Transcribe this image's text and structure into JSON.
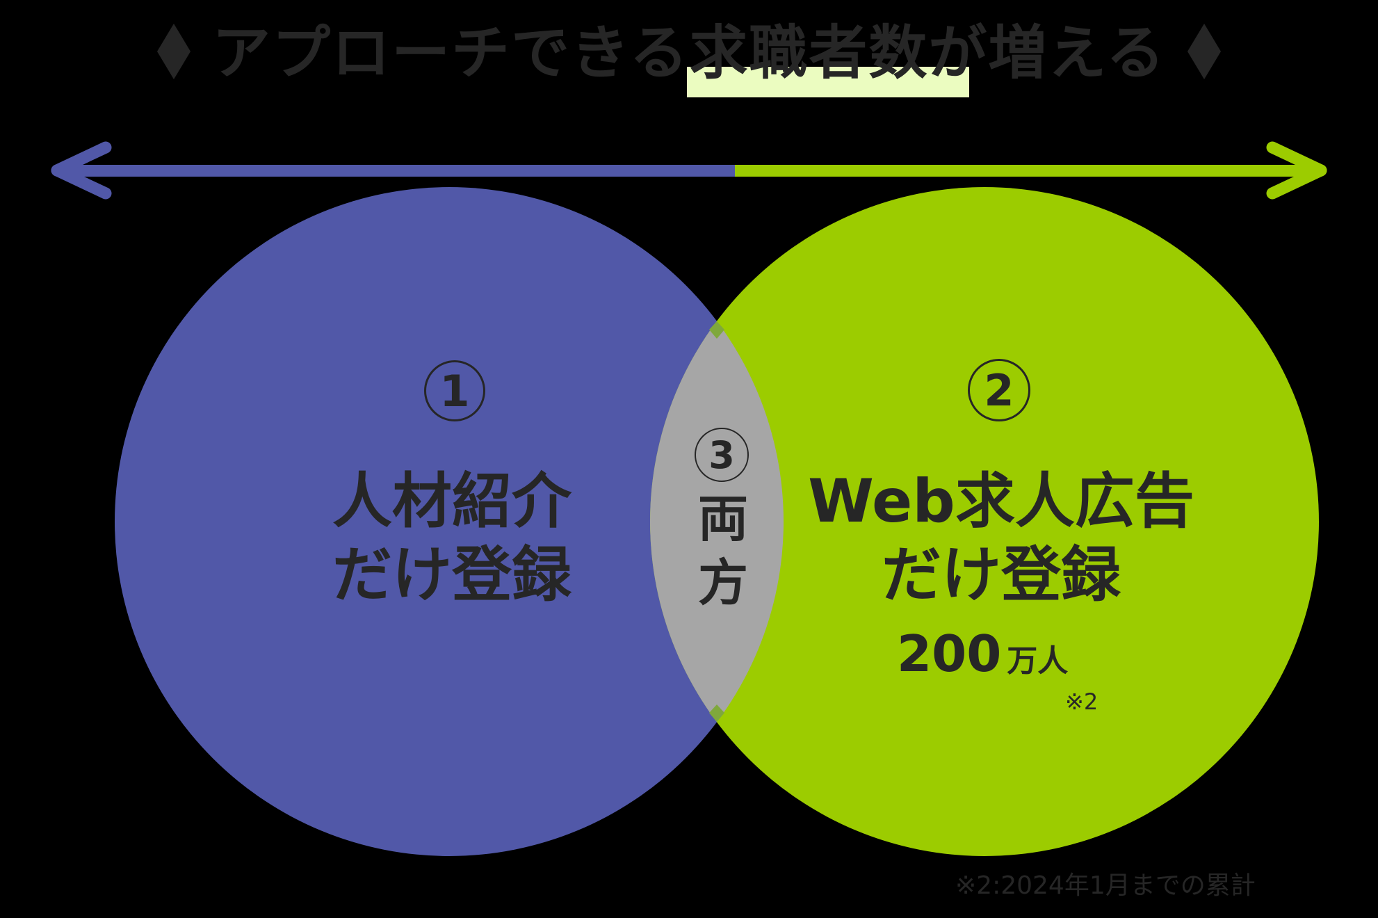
{
  "title": {
    "text": "アプローチできる求職者数が増える",
    "highlight_text": "求職者数",
    "left_marker": "diamond-icon",
    "right_marker": "diamond-icon"
  },
  "arrow": {
    "left_color": "#5158a8",
    "right_color": "#9ccc00",
    "direction": "bidirectional"
  },
  "colors": {
    "background": "#000000",
    "text": "#262626",
    "left_circle": "#5158a8",
    "right_circle": "#9ccc00",
    "overlap": "#a6a6a6",
    "overlap_tip": "#7fa83c",
    "title_highlight": "#ebfcc0"
  },
  "venn": {
    "left": {
      "number": "1",
      "line1": "人材紹介",
      "line2": "だけ登録"
    },
    "right": {
      "number": "2",
      "line1": "Web求人広告",
      "line2": "だけ登録",
      "count_value": "200",
      "count_unit": "万人",
      "note_ref": "※2"
    },
    "overlap": {
      "number": "3",
      "line1": "両",
      "line2": "方"
    }
  },
  "footnote": {
    "text": "※2:2024年1月までの累計"
  }
}
